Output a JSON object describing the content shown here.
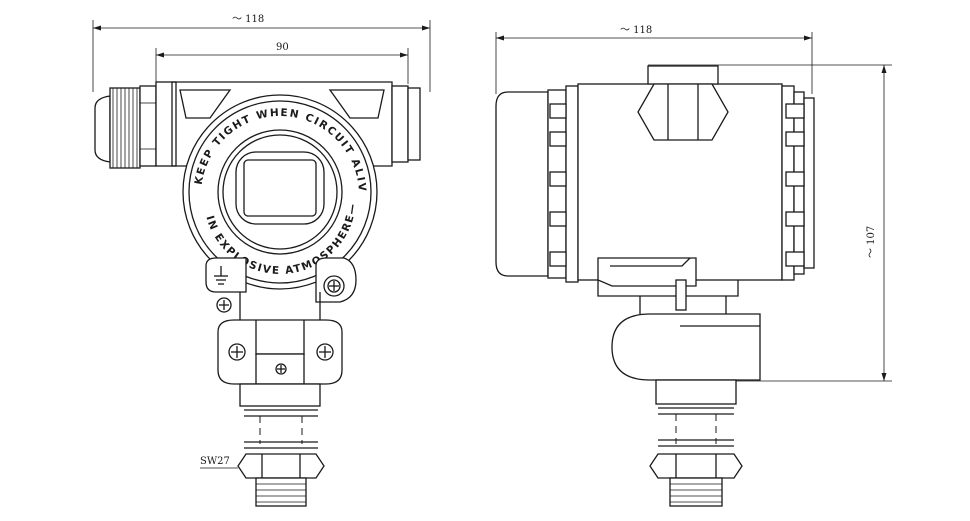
{
  "front_view": {
    "dim_overall_label": "～ 118",
    "dim_inner_label": "90",
    "wrench_label": "SW27",
    "cover_ring_text": "KEEP TIGHT WHEN CIRCUIT ALIVE—IN EXPLOSIVE ATMOSPHERE—",
    "cover_ring_text_bottom": "IN EXPLOSIVE ATMOSPHERE—"
  },
  "side_view": {
    "dim_overall_label": "～ 118",
    "dim_height_label": "～ 107"
  }
}
